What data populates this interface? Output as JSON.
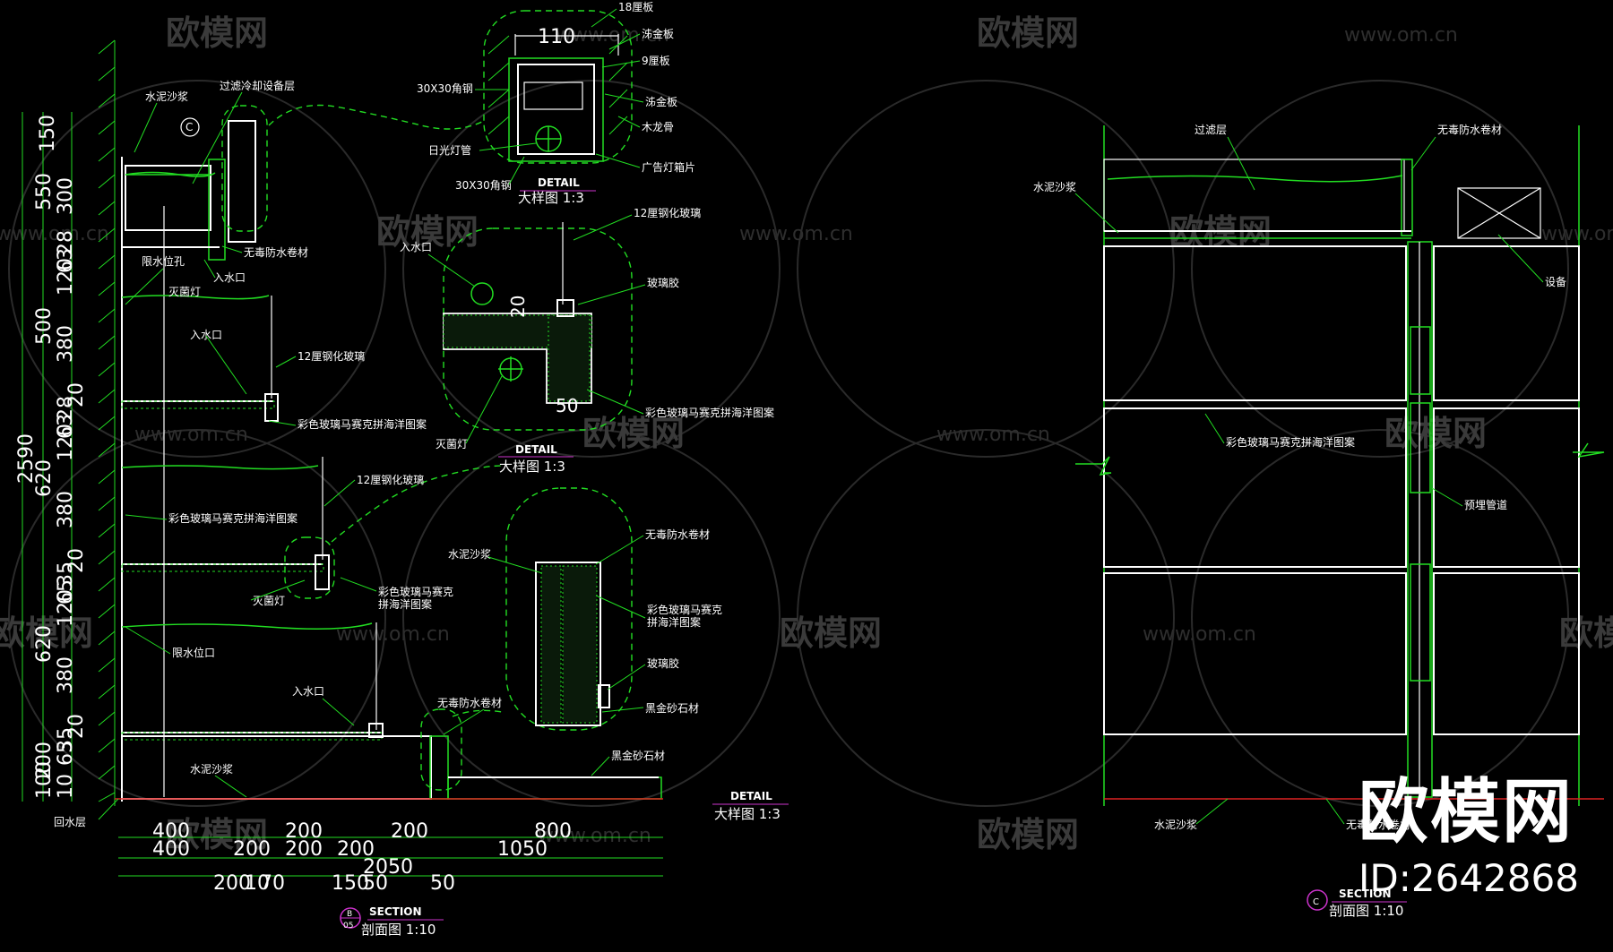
{
  "watermark": {
    "brand": "欧模网",
    "url": "www.om.cn"
  },
  "section_b": {
    "title": "SECTION",
    "subtitle": "剖面图 1:10",
    "marker_top": "B",
    "marker_bottom": "05",
    "labels": {
      "cement_mortar_top": "水泥沙浆",
      "filter_cooling": "过滤冷却设备层",
      "waterproof_membrane": "无毒防水卷材",
      "overflow_hole": "限水位孔",
      "inlet_1": "入水口",
      "uv_lamp_1": "灭菌灯",
      "inlet_2": "入水口",
      "tempered_glass_1": "12厘钢化玻璃",
      "mosaic_1": "彩色玻璃马赛克拼海洋图案",
      "tempered_glass_2": "12厘钢化玻璃",
      "mosaic_2": "彩色玻璃马赛克拼海洋图案",
      "uv_lamp_2": "灭菌灯",
      "overflow_port": "限水位口",
      "inlet_3": "入水口",
      "cement_mortar_bottom": "水泥沙浆",
      "return_layer": "回水层",
      "marker_c": "C"
    },
    "vertical_dims": [
      "150",
      "550",
      "300",
      "28",
      "63",
      "120",
      "500",
      "380",
      "20",
      "28",
      "63",
      "120",
      "2590",
      "620",
      "380",
      "20",
      "35",
      "65",
      "120",
      "620",
      "380",
      "20",
      "35",
      "65",
      "200",
      "100",
      "10"
    ],
    "horizontal_dims_row1": [
      "400",
      "200",
      "200",
      "800"
    ],
    "horizontal_dims_row2": [
      "400",
      "200",
      "200",
      "200",
      "1050"
    ],
    "horizontal_dims_row3": [
      "2050"
    ],
    "horizontal_dims_row4": [
      "200",
      "10",
      "70",
      "150",
      "50",
      "50"
    ]
  },
  "detail_1": {
    "title": "DETAIL",
    "subtitle": "大样图 1:3",
    "dim": "110",
    "labels": {
      "board_18": "18厘板",
      "veneer_1": "泲金板",
      "board_9": "9厘板",
      "angle_steel_1": "30X30角钢",
      "veneer_2": "泲金板",
      "wood_keel": "木龙骨",
      "fluorescent": "日光灯管",
      "light_box": "广告灯箱片",
      "angle_steel_2": "30X30角钢"
    }
  },
  "detail_2": {
    "title": "DETAIL",
    "subtitle": "大样图 1:3",
    "dim_v": "20",
    "dim_h": "50",
    "labels": {
      "tempered_glass": "12厘钢化玻璃",
      "inlet": "入水口",
      "glass_glue": "玻璃胶",
      "mosaic": "彩色玻璃马赛克拼海洋图案",
      "uv_lamp": "灭菌灯"
    }
  },
  "detail_3": {
    "title": "DETAIL",
    "subtitle": "大样图 1:3",
    "labels": {
      "waterproof": "无毒防水卷材",
      "cement": "水泥沙浆",
      "mosaic_a": "彩色玻璃马赛克",
      "mosaic_b": "拼海洋图案",
      "glass_glue": "玻璃胶",
      "granite": "黑金砂石材",
      "waterproof_2": "无毒防水卷材",
      "granite_2": "黑金砂石材",
      "mosaic2_a": "彩色玻璃马赛克",
      "mosaic2_b": "拼海洋图案"
    }
  },
  "section_c": {
    "title": "SECTION",
    "subtitle": "剖面图 1:10",
    "marker": "C",
    "labels": {
      "filter_layer": "过滤层",
      "waterproof": "无毒防水卷材",
      "cement_top": "水泥沙浆",
      "equipment": "设备",
      "mosaic": "彩色玻璃马赛克拼海洋图案",
      "embedded_pipe": "预埋管道",
      "cement_bottom": "水泥沙浆",
      "waterproof_bottom": "无毒防水卷材"
    }
  },
  "brand_overlay": {
    "name": "欧模网",
    "id": "ID:2642868"
  },
  "colors": {
    "background": "#000000",
    "line_green": "#22dd22",
    "line_white": "#ffffff",
    "accent_red": "#dd2222",
    "marker_magenta": "#cc33cc",
    "watermark": "#3a3a3a"
  }
}
